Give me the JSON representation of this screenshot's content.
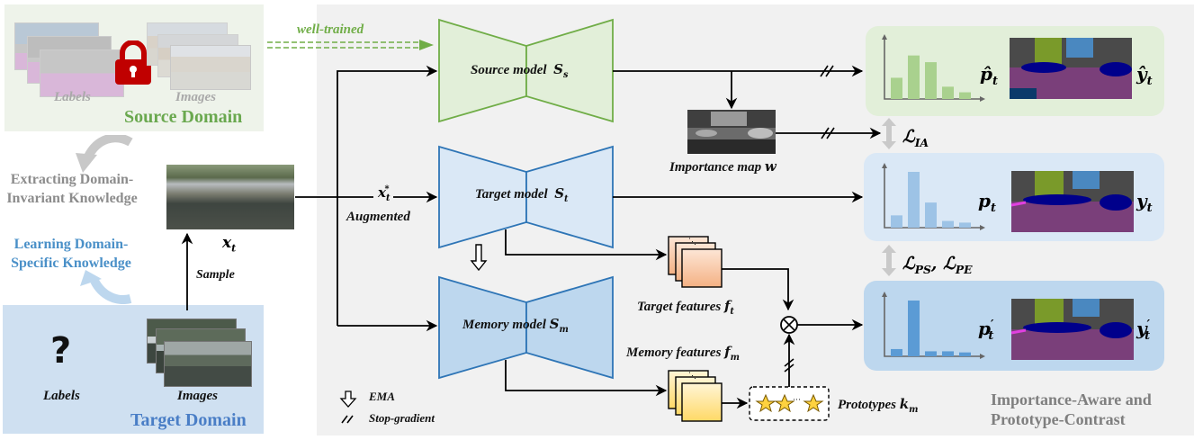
{
  "source_domain": {
    "title": "Source Domain",
    "labels_caption": "Labels",
    "images_caption": "Images",
    "lock_icon": "padlock",
    "colors": {
      "panel": "#eef3ea",
      "title": "#6aa84f",
      "caption": "#a9a9a9",
      "lock": "#c00000"
    }
  },
  "target_domain": {
    "title": "Target Domain",
    "labels_caption": "Labels",
    "labels_symbol": "?",
    "images_caption": "Images",
    "colors": {
      "panel": "#cfe0f1",
      "title": "#4a7ec6"
    }
  },
  "left_notes": {
    "extracting": "Extracting Domain-\nInvariant Knowledge",
    "learning": "Learning Domain-\nSpecific Knowledge",
    "colors": {
      "extracting": "#8c8c8c",
      "learning": "#4a90c8"
    }
  },
  "sample": {
    "image_label": "x",
    "image_label_sub": "t",
    "arrow_label": "Sample"
  },
  "flow": {
    "well_trained": "well-trained",
    "augmented_symbol": "x",
    "augmented_sub": "t",
    "augmented_sup": "*",
    "augmented_label": "Augmented"
  },
  "models": {
    "source": {
      "label": "Source model",
      "symbol": "S",
      "sub": "s",
      "fill": "#e2efd9",
      "stroke": "#70ad47"
    },
    "target": {
      "label": "Target model",
      "symbol": "S",
      "sub": "t",
      "fill": "#dae8f6",
      "stroke": "#2e75b6"
    },
    "memory": {
      "label": "Memory model",
      "symbol": "S",
      "sub": "m",
      "fill": "#bdd7ee",
      "stroke": "#2e75b6"
    }
  },
  "importance_map": {
    "label": "Importance map",
    "symbol": "w"
  },
  "features": {
    "target": {
      "label": "Target features",
      "symbol": "f",
      "sub": "t"
    },
    "memory": {
      "label": "Memory features",
      "symbol": "f",
      "sub": "m"
    }
  },
  "prototypes": {
    "label": "Prototypes",
    "symbol": "k",
    "sub": "m",
    "ellipsis": "···"
  },
  "legend": {
    "ema": "EMA",
    "stop_gradient": "Stop-gradient"
  },
  "outputs": [
    {
      "id": "source",
      "p": "p̂",
      "p_sub": "t",
      "y": "ŷ",
      "y_sub": "t",
      "bars": [
        0.38,
        0.78,
        0.66,
        0.22,
        0.12
      ],
      "bar_color": "#a9d18e",
      "panel": "#e2efd9"
    },
    {
      "id": "target",
      "p": "p",
      "p_sub": "t",
      "y": "y",
      "y_sub": "t",
      "bars": [
        0.22,
        1.0,
        0.45,
        0.12,
        0.09
      ],
      "bar_color": "#9dc3e6",
      "panel": "#dae8f6"
    },
    {
      "id": "memory",
      "p": "p",
      "p_sub": "t",
      "p_prime": "′",
      "y": "y",
      "y_sub": "t",
      "y_prime": "′",
      "bars": [
        0.13,
        1.0,
        0.09,
        0.09,
        0.07
      ],
      "bar_color": "#5b9bd5",
      "panel": "#bdd7ee"
    }
  ],
  "losses": {
    "ia": {
      "symbol": "ℒ",
      "sub": "IA"
    },
    "ps_pe": {
      "symbol1": "ℒ",
      "sub1": "PS",
      "sep": ", ",
      "symbol2": "ℒ",
      "sub2": "PE"
    }
  },
  "bottom_title": "Importance-Aware and\nPrototype-Contrast",
  "colors": {
    "main_panel": "#f1f1f1",
    "bottom_title": "#7f7f7f"
  }
}
